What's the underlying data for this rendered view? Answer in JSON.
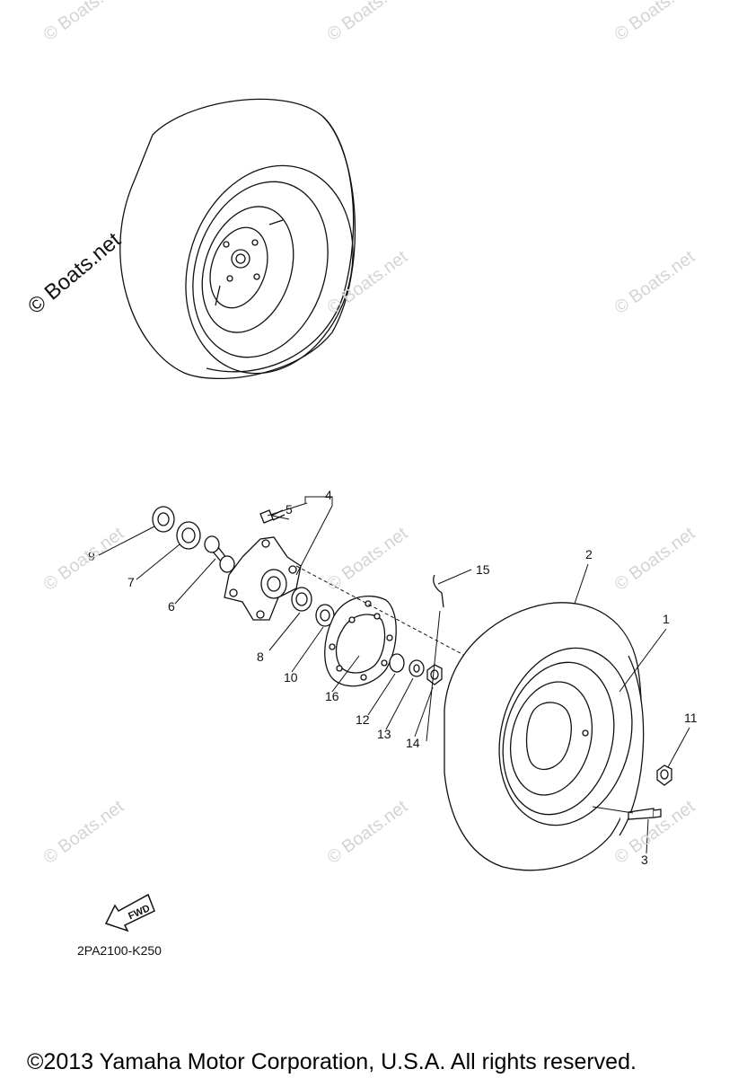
{
  "watermark": {
    "text": "© Boats.net",
    "main_text": "© Boats.net"
  },
  "callouts": {
    "c1": "1",
    "c2": "2",
    "c3": "3",
    "c4": "4",
    "c5": "5",
    "c6": "6",
    "c7": "7",
    "c8": "8",
    "c9": "9",
    "c10": "10",
    "c11": "11",
    "c12": "12",
    "c13": "13",
    "c14": "14",
    "c15": "15",
    "c16": "16"
  },
  "fwd_label": "FWD",
  "diagram_code": "2PA2100-K250",
  "copyright": "©2013 Yamaha Motor Corporation, U.S.A. All rights reserved."
}
